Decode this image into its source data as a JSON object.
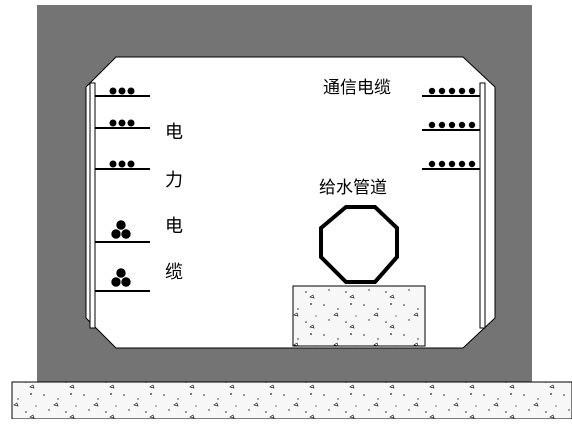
{
  "colors": {
    "concrete_wall": "#747474",
    "interior": "#ffffff",
    "outline": "#000000",
    "base_fill": "#f7f7f7"
  },
  "labels": {
    "power_cable": [
      "电",
      "力",
      "电",
      "缆"
    ],
    "comm_cable": "通信电缆",
    "water_pipe": "给水管道"
  },
  "components": {
    "left_cable_rack": {
      "cable_rows": 5
    },
    "right_cable_rack": {
      "cable_rows": 3
    },
    "pipe": {
      "shape": "octagon"
    }
  }
}
